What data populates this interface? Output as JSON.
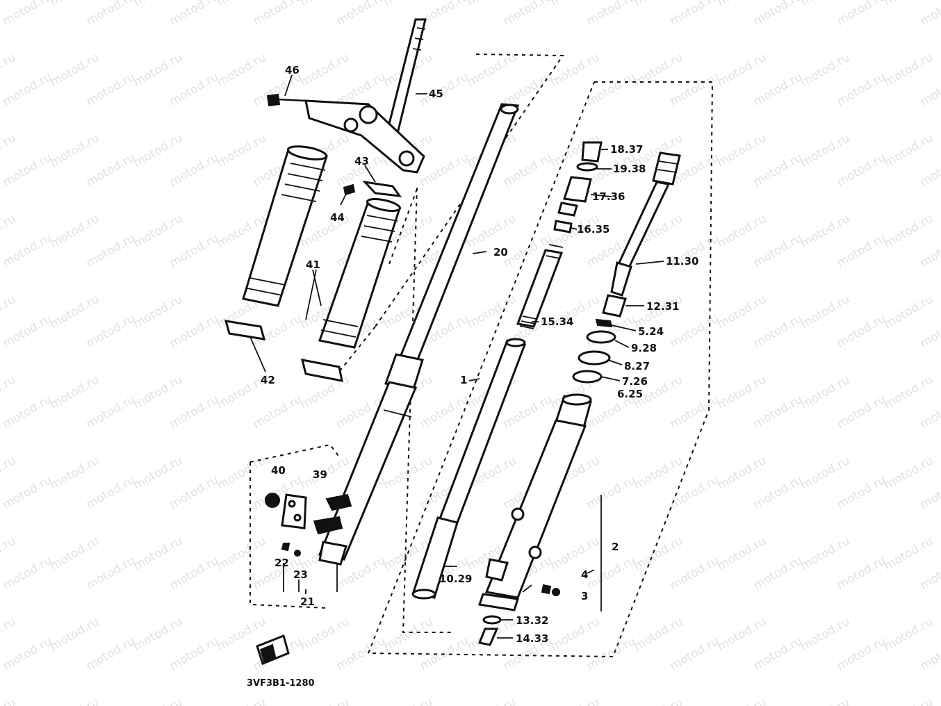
{
  "diagram_code": "3VF3B1-1280",
  "watermark": "motod.ru",
  "labels": {
    "p46": "46",
    "p45": "45",
    "p43": "43",
    "p44": "44",
    "p41": "41",
    "p42": "42",
    "p20": "20",
    "p1": "1",
    "p40": "40",
    "p39": "39",
    "p22": "22",
    "p23": "23",
    "p21": "21",
    "p10_29": "10.29",
    "p18_37": "18.37",
    "p19_38": "19.38",
    "p17_36": "17.36",
    "p16_35": "16.35",
    "p15_34": "15.34",
    "p11_30": "11.30",
    "p12_31": "12.31",
    "p5_24": "5.24",
    "p9_28": "9.28",
    "p8_27": "8.27",
    "p7_26": "7.26",
    "p6_25": "6.25",
    "p2": "2",
    "p4": "4",
    "p3": "3",
    "p13_32": "13.32",
    "p14_33": "14.33"
  }
}
